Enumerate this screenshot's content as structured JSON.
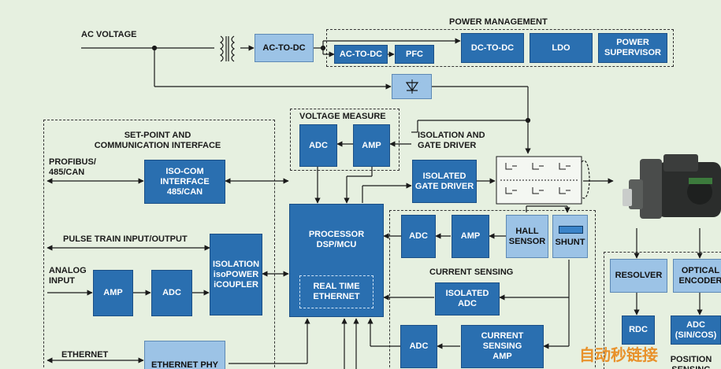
{
  "labels": {
    "ac_voltage": "AC VOLTAGE",
    "power_management": "POWER MANAGEMENT",
    "voltage_measure": "VOLTAGE MEASURE",
    "isolation_gate_driver": "ISOLATION AND\nGATE DRIVER",
    "setpoint_interface": "SET-POINT AND\nCOMMUNICATION INTERFACE",
    "profibus": "PROFIBUS/\n485/CAN",
    "pulse_train": "PULSE TRAIN INPUT/OUTPUT",
    "analog_input": "ANALOG\nINPUT",
    "ethernet": "ETHERNET",
    "current_sensing": "CURRENT SENSING",
    "position_sensing": "POSITION\nSENSING"
  },
  "blocks": {
    "ac_to_dc_main": "AC-TO-DC",
    "ac_to_dc": "AC-TO-DC",
    "pfc": "PFC",
    "dc_to_dc": "DC-TO-DC",
    "ldo": "LDO",
    "power_supervisor": "POWER\nSUPERVISOR",
    "vm_adc": "ADC",
    "vm_amp": "AMP",
    "iso_com": "ISO-COM\nINTERFACE\n485/CAN",
    "isolated_gate_driver": "ISOLATED\nGATE DRIVER",
    "processor": "PROCESSOR\nDSP/MCU",
    "real_time_ethernet": "REAL TIME\nETHERNET",
    "cs_adc_top": "ADC",
    "cs_amp_top": "AMP",
    "hall_sensor": "HALL\nSENSOR",
    "shunt": "SHUNT",
    "isolation_coupler": "ISOLATION\nisoPOWER\niCOUPLER",
    "analog_amp": "AMP",
    "analog_adc": "ADC",
    "isolated_adc": "ISOLATED\nADC",
    "cs_adc_bottom": "ADC",
    "current_sensing_amp": "CURRENT\nSENSING\nAMP",
    "ethernet_phy": "ETHERNET PHY",
    "resolver": "RESOLVER",
    "optical_encoder": "OPTICAL\nENCODER",
    "rdc": "RDC",
    "adc_sincos": "ADC\n(SIN/COS)"
  },
  "watermark": "自动秒链接",
  "colors": {
    "background": "#e6f0e0",
    "block_dark": "#2a6fb0",
    "block_light": "#9cc3e6",
    "line": "#1a1a1a",
    "watermark": "#e8912a"
  }
}
